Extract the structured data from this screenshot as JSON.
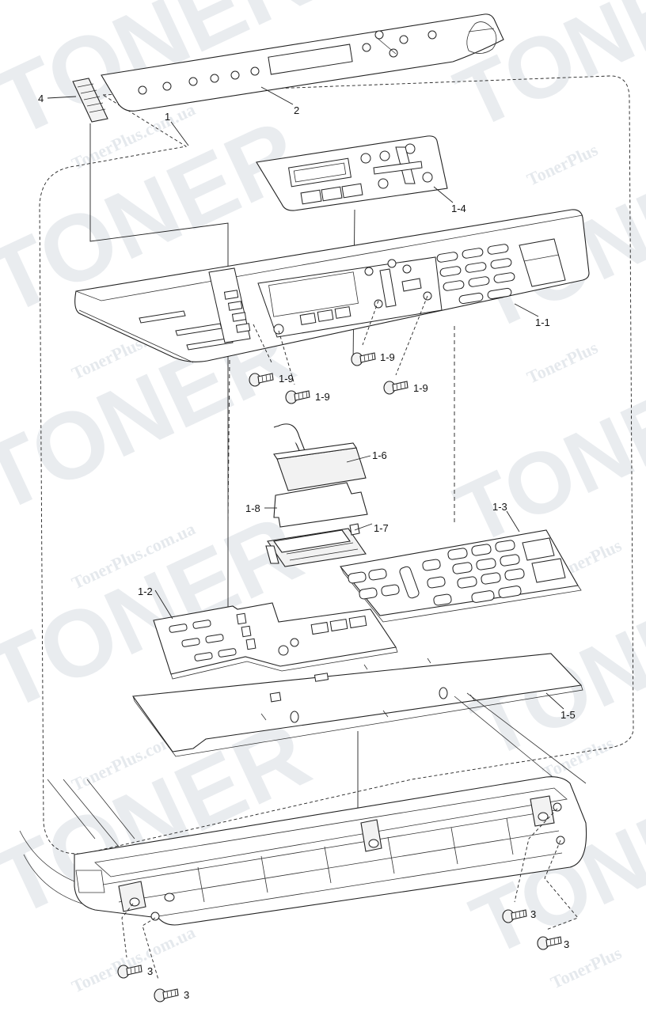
{
  "watermarks": [
    "TONER",
    "TonerPlus.com.ua",
    "TonerPlus"
  ],
  "labels": {
    "p1": "1",
    "p2": "2",
    "p3a": "3",
    "p3b": "3",
    "p3c": "3",
    "p3d": "3",
    "p4": "4",
    "p1_1": "1-1",
    "p1_2": "1-2",
    "p1_3": "1-3",
    "p1_4": "1-4",
    "p1_5": "1-5",
    "p1_6": "1-6",
    "p1_7": "1-7",
    "p1_8": "1-8",
    "p1_9a": "1-9",
    "p1_9b": "1-9",
    "p1_9c": "1-9",
    "p1_9d": "1-9"
  },
  "colors": {
    "line": "#222222",
    "watermark": "#d8dde3",
    "background": "#ffffff"
  }
}
